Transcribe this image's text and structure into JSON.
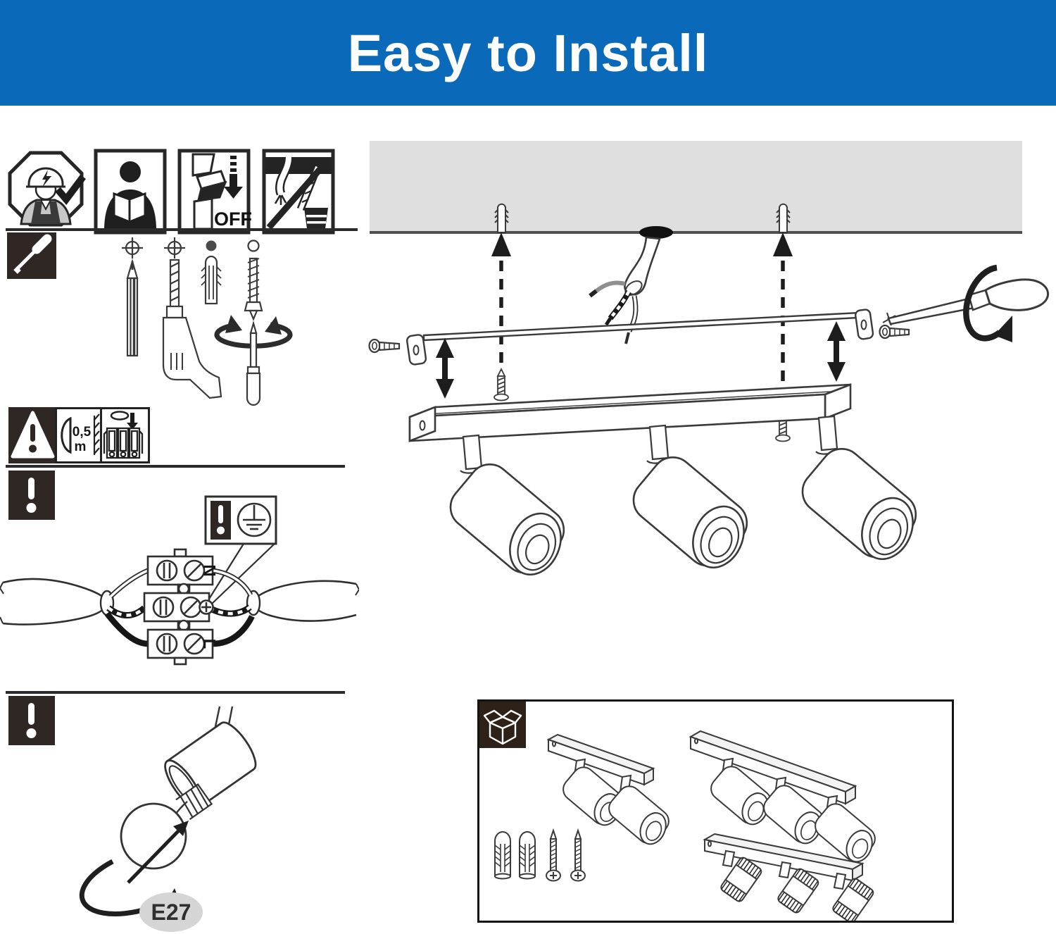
{
  "header": {
    "title": "Easy to Install"
  },
  "colors": {
    "header_bg": "#0a69b8",
    "header_text": "#ffffff",
    "ink": "#2d2a28",
    "panel_dark": "#2e2724",
    "ceiling_fill": "#dfdfdf",
    "ceiling_edge": "#4f4f4f",
    "socket_badge_fill": "#d5d5d5",
    "socket_badge_text": "#2f2f2f"
  },
  "safety_row": {
    "icons": [
      {
        "name": "qualified-electrician-icon"
      },
      {
        "name": "read-manual-icon"
      },
      {
        "name": "switch-power-off-icon",
        "label": "OFF"
      },
      {
        "name": "no-drilling-into-cables-icon"
      }
    ]
  },
  "tools_section": {
    "badge_icon": "screwdriver-icon",
    "tool_icons": [
      "marking-pencil-icon",
      "drill-icon",
      "wall-plug-icon",
      "screw-icon",
      "screwdriver-turn-icon"
    ]
  },
  "caution_row": {
    "badge_icon": "warning-triangle-icon",
    "distance": {
      "value": "0,5",
      "unit": "m"
    },
    "icons": [
      "lamp-wall-distance-icon",
      "connector-stack-icon"
    ]
  },
  "wiring_section": {
    "badge_icon": "exclamation-icon",
    "callout": {
      "alert_icon": "exclamation-icon",
      "ground_icon": "earth-ground-icon"
    },
    "terminal_labels": {
      "neutral": "N",
      "live": "L"
    }
  },
  "bulb_section": {
    "badge_icon": "exclamation-icon",
    "icons": [
      "spotlight-head-icon",
      "bulb-icon",
      "rotate-arrow-icon"
    ],
    "socket_badge": "E27"
  },
  "install_diagram": {
    "icons": [
      "ceiling",
      "wall-plug-icon",
      "supply-cable-icon",
      "mounting-bracket-icon",
      "screw-icon",
      "screwdriver-rotate-icon",
      "up-arrow-icon",
      "double-arrow-icon",
      "three-spotlight-fixture-icon"
    ]
  },
  "package_box": {
    "badge_icon": "open-box-icon",
    "items": [
      "two-head-spotlight",
      "three-head-spotlight",
      "three-head-crystal-spotlight",
      "wall-plugs",
      "mounting-screws"
    ]
  }
}
